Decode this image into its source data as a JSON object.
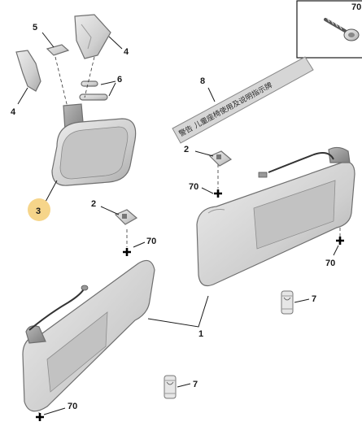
{
  "callouts": {
    "c70_topright": "70",
    "c5": "5",
    "c4_top": "4",
    "c4_left": "4",
    "c6": "6",
    "c8": "8",
    "c3": "3",
    "c2_right": "2",
    "c70_mid_left": "70",
    "c2_left": "2",
    "c70_center": "70",
    "c70_right_visor": "70",
    "c7_right": "7",
    "c1": "1",
    "c7_bottom": "7",
    "c70_bottom": "70"
  },
  "label_plate_text": "警告 儿童座椅使用及说明指示牌",
  "colors": {
    "part_fill": "#d9d9d9",
    "part_dark": "#a8a8a8",
    "part_stroke": "#6f6f6f",
    "highlight": "#f6d58a"
  }
}
